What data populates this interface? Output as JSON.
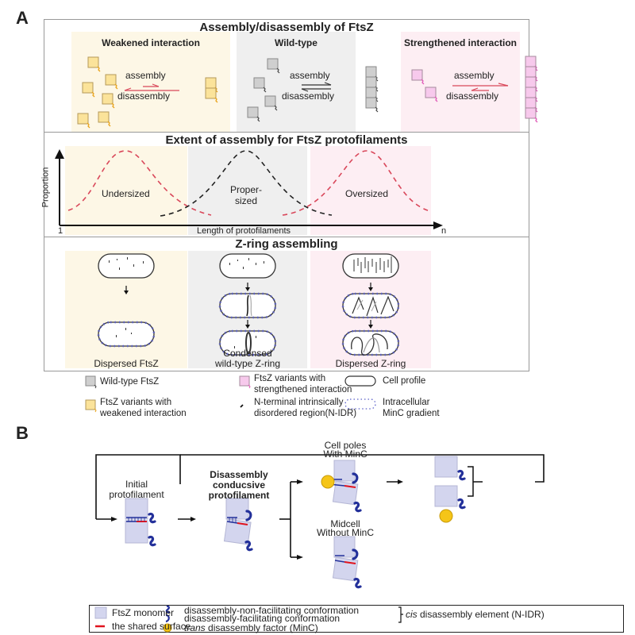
{
  "panel_a": {
    "letter": "A",
    "section1": {
      "title": "Assembly/disassembly of FtsZ",
      "columns": [
        {
          "title": "Weakened interaction",
          "assembly": "assembly",
          "disassembly": "disassembly"
        },
        {
          "title": "Wild-type",
          "assembly": "assembly",
          "disassembly": "disassembly"
        },
        {
          "title": "Strengthened interaction",
          "assembly": "assembly",
          "disassembly": "disassembly"
        }
      ]
    },
    "section2": {
      "title": "Extent of assembly for FtsZ protofilaments",
      "y_axis_label": "Proportion",
      "x_axis_label": "Length of protofilaments",
      "x_start": "1",
      "x_end": "n",
      "curves": [
        {
          "label": "Undersized"
        },
        {
          "label": "Proper-\nsized",
          "line1": "Proper-",
          "line2": "sized"
        },
        {
          "label": "Oversized"
        }
      ]
    },
    "section3": {
      "title": "Z-ring assembling",
      "columns": [
        {
          "caption": "Dispersed FtsZ"
        },
        {
          "caption_line1": "Condensed",
          "caption_line2": "wild-type Z-ring"
        },
        {
          "caption": "Dispersed Z-ring"
        }
      ]
    },
    "legend": [
      {
        "icon": "grey-square-icon",
        "text": "Wild-type FtsZ"
      },
      {
        "icon": "pink-square-icon",
        "line1": "FtsZ variants with",
        "line2": "strengthened interaction"
      },
      {
        "icon": "cell-profile-icon",
        "text": "Cell profile"
      },
      {
        "icon": "yellow-square-icon",
        "line1": "FtsZ variants with",
        "line2": "weakened interaction"
      },
      {
        "icon": "n-idr-icon",
        "line1": "N-terminal intrinsically",
        "line2": "disordered region(N-IDR)"
      },
      {
        "icon": "minc-gradient-icon",
        "line1": "Intracellular",
        "line2": "MinC gradient"
      }
    ]
  },
  "panel_b": {
    "letter": "B",
    "initial": {
      "line1": "Initial",
      "line2": "protofilament"
    },
    "conducive": {
      "line1": "Disassembly",
      "line2": "conducsive",
      "line3": "protofilament"
    },
    "poles": {
      "line1": "Cell poles",
      "line2": "With MinC"
    },
    "midcell": {
      "line1": "Midcell",
      "line2": "Without MinC"
    },
    "legend": {
      "monomer": "FtsZ monomer",
      "shared_surface": "the shared surface",
      "non_facilitating": "disassembly-non-facilitating conformation",
      "facilitating": "disassembly-facilitating conformation",
      "cis_em": "cis",
      "cis_rest": " disassembly element (N-IDR)",
      "trans_em": "trans",
      "trans_rest": " disassembly factor (MinC)"
    }
  },
  "colors": {
    "yellow_bg": "#fdf7e6",
    "grey_bg": "#efefef",
    "pink_bg": "#fdeef3",
    "yellow_monomer": "#fbe39a",
    "grey_monomer": "#cfcfcf",
    "pink_monomer": "#f7c9ec",
    "red_curve": "#d9475a",
    "minc_blue": "#5a5fc8",
    "ftsz_lavender": "#d3d5ee",
    "nidr_blue": "#23309a",
    "shared_red": "#e0141e",
    "minc_yellow": "#f5c518"
  }
}
